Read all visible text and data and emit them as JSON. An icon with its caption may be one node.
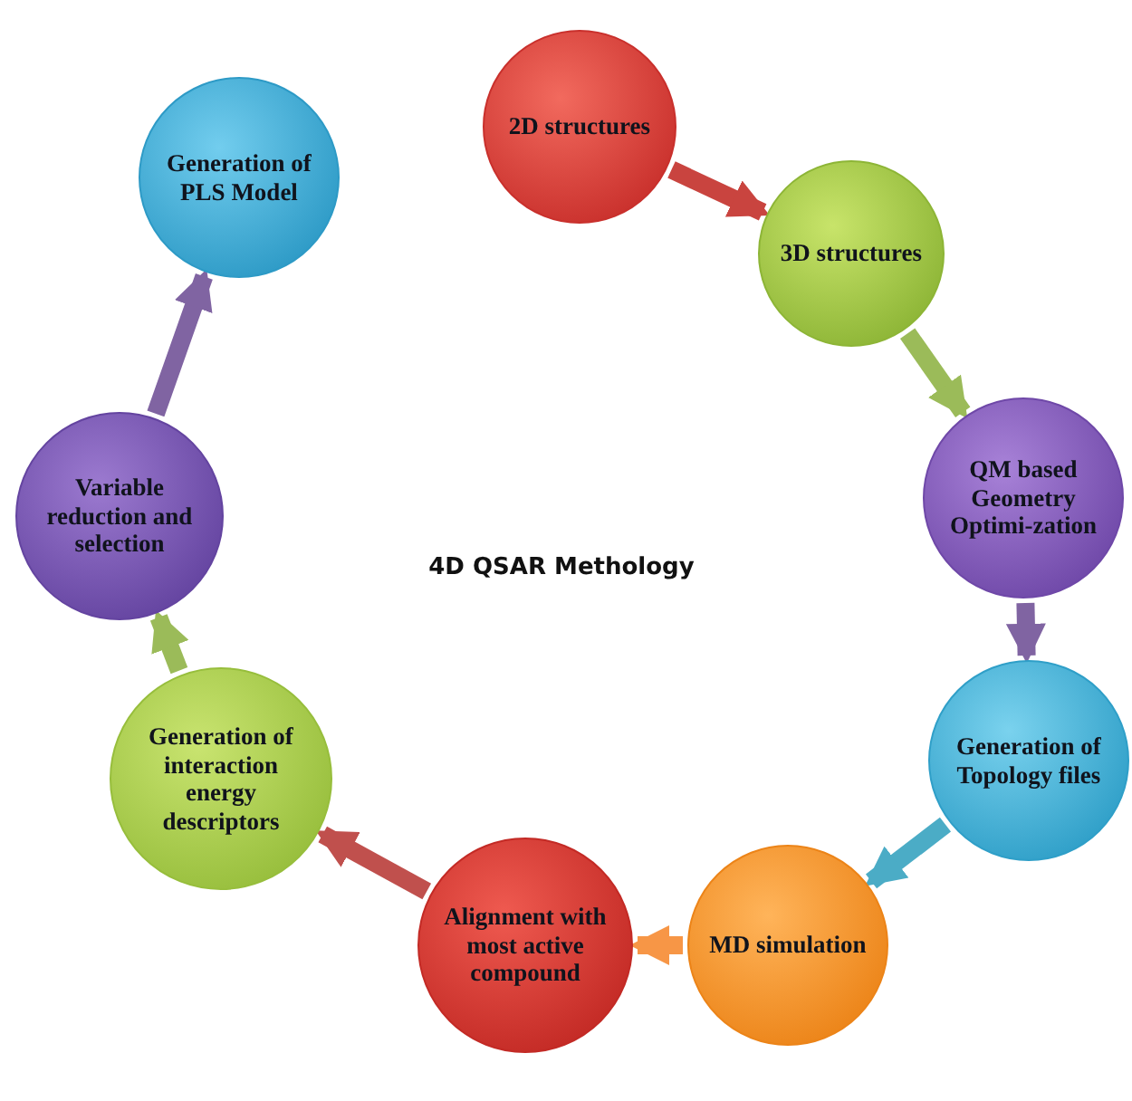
{
  "diagram": {
    "title": "4D QSAR Methology",
    "nodes": [
      {
        "text": [
          "2D structures"
        ]
      },
      {
        "text": [
          "3D structures"
        ]
      },
      {
        "text": [
          "QM based Geometry Optimi-zation"
        ]
      },
      {
        "text": [
          "Generation of Topology files"
        ]
      },
      {
        "text": [
          "MD simulation"
        ]
      },
      {
        "text": [
          "Alignment with most active compound"
        ]
      },
      {
        "text": [
          "Generation of interaction energy descriptors"
        ]
      },
      {
        "text": [
          "Variable reduction and selection"
        ]
      },
      {
        "text": [
          "Generation of PLS Model"
        ]
      }
    ],
    "edges": [
      {
        "from": 0,
        "to": 1,
        "arrow": "to",
        "color": "#c9443f"
      },
      {
        "from": 1,
        "to": 2,
        "arrow": "to",
        "color": "#9bbb59"
      },
      {
        "from": 2,
        "to": 3,
        "arrow": "to",
        "color": "#8064a2"
      },
      {
        "from": 3,
        "to": 4,
        "arrow": "to",
        "color": "#4bacc6"
      },
      {
        "from": 4,
        "to": 5,
        "arrow": "to",
        "color": "#f79646"
      },
      {
        "from": 5,
        "to": 6,
        "arrow": "to",
        "color": "#c0504d"
      },
      {
        "from": 6,
        "to": 7,
        "arrow": "to",
        "color": "#9bbb59"
      },
      {
        "from": 7,
        "to": 8,
        "arrow": "to",
        "color": "#8064a2"
      }
    ]
  }
}
